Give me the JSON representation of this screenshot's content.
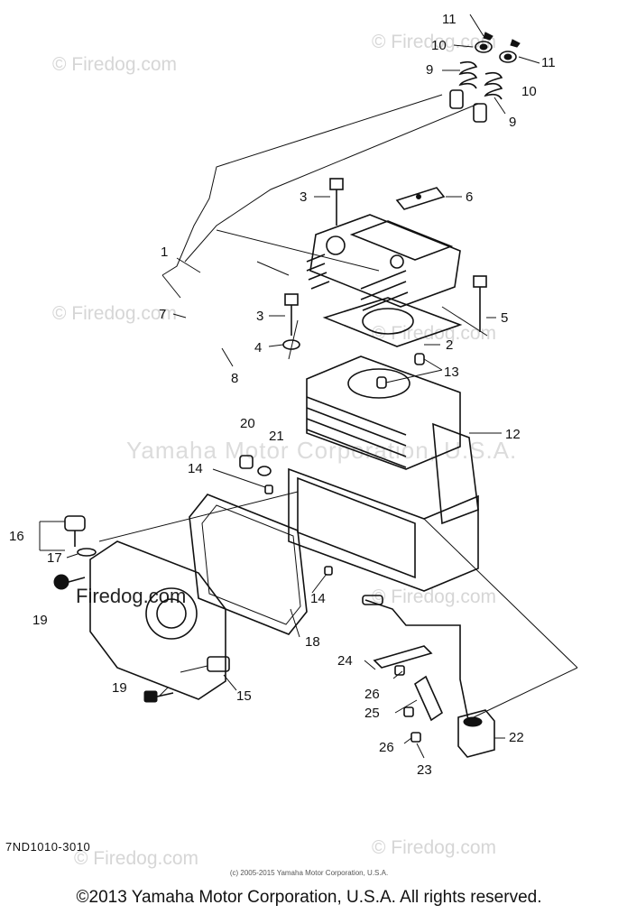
{
  "watermarks": {
    "site": "© Firedog.com",
    "site_plain": "Firedog.com",
    "center": "Yamaha Motor Corporation, U.S.A."
  },
  "callouts": {
    "c1": "1",
    "c2": "2",
    "c3a": "3",
    "c3b": "3",
    "c4": "4",
    "c5": "5",
    "c6": "6",
    "c7": "7",
    "c8": "8",
    "c9a": "9",
    "c9b": "9",
    "c10a": "10",
    "c10b": "10",
    "c11a": "11",
    "c11b": "11",
    "c12": "12",
    "c13": "13",
    "c14a": "14",
    "c14b": "14",
    "c15": "15",
    "c16": "16",
    "c17": "17",
    "c18": "18",
    "c19a": "19",
    "c19b": "19",
    "c20": "20",
    "c21": "21",
    "c22": "22",
    "c23": "23",
    "c24": "24",
    "c25": "25",
    "c26a": "26",
    "c26b": "26"
  },
  "diagram_code": "7ND1010-3010",
  "small_copyright": "(c) 2005-2015 Yamaha Motor Corporation, U.S.A.",
  "copyright": "©2013 Yamaha Motor Corporation, U.S.A. All rights reserved."
}
